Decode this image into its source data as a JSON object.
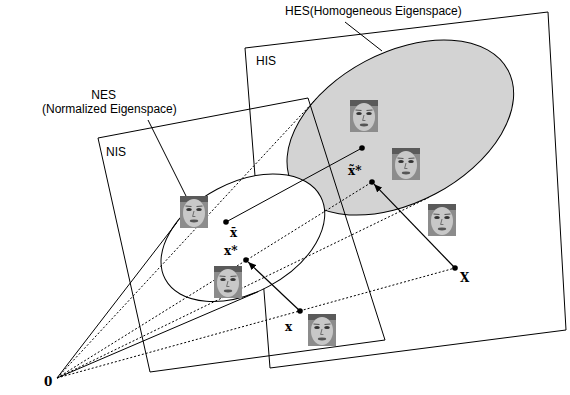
{
  "diagram": {
    "nodes": [
      {
        "text": [
          "HIS"
        ]
      },
      {
        "text": [
          "HES(Homogeneous Eigenspace)"
        ],
        "in": 0
      },
      {
        "text": [
          "NIS"
        ]
      },
      {
        "text": [
          "NES (Normalized Eigenspace)"
        ],
        "in": 2
      }
    ],
    "labels": [
      "x̃*",
      "x̄",
      "x*",
      "X",
      "x",
      "0"
    ]
  }
}
